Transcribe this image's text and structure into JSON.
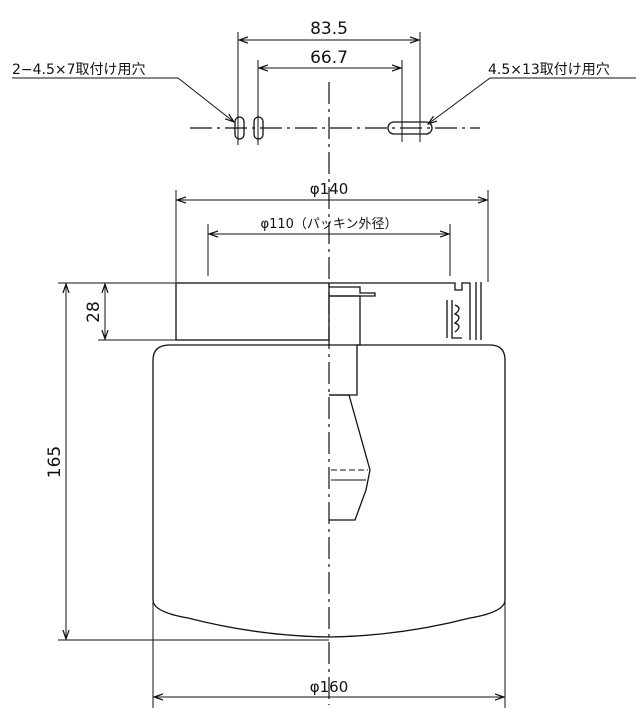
{
  "title": "Ceiling light fixture dimensional drawing",
  "dimensions": {
    "hole_pitch_outer": "83.5",
    "hole_pitch_inner": "66.7",
    "base_diameter": "φ140",
    "gasket_diameter": "φ110（パッキン外径）",
    "total_height": "165",
    "base_height": "28",
    "shade_diameter": "φ160"
  },
  "callouts": {
    "left_holes": "2−4.5×7取付け用穴",
    "right_slot": "4.5×13取付け用穴"
  },
  "colors": {
    "line": "#111111",
    "background": "#ffffff"
  }
}
